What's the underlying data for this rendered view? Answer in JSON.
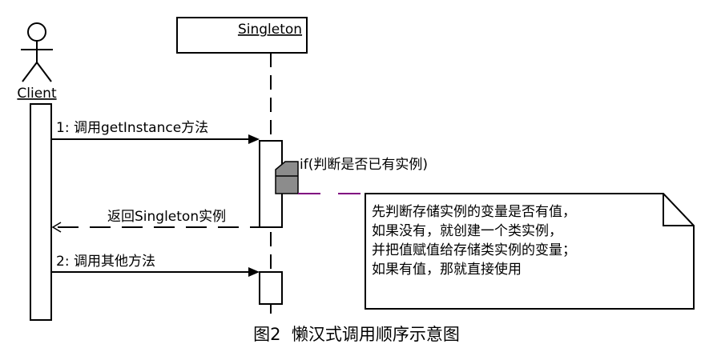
{
  "diagram": {
    "actor": {
      "label": "Client"
    },
    "lifeline": {
      "label": "Singleton"
    },
    "messages": [
      {
        "label": "1: 调用getInstance方法"
      },
      {
        "label": "返回Singleton实例"
      },
      {
        "label": "2: 调用其他方法"
      }
    ],
    "self_call": {
      "label": "if(判断是否已有实例)"
    },
    "note": {
      "lines": [
        "先判断存储实例的变量是否有值，",
        "如果没有，就创建一个类实例，",
        "并把值赋值给存储类实例的变量；",
        "如果有值，那就直接使用"
      ]
    },
    "caption": "图2  懒汉式调用顺序示意图",
    "colors": {
      "line": "#000000",
      "activation_fill": "#ffffff",
      "self_call_fill": "#8c8c8c",
      "note_connector": "#800080",
      "background": "#ffffff"
    }
  }
}
